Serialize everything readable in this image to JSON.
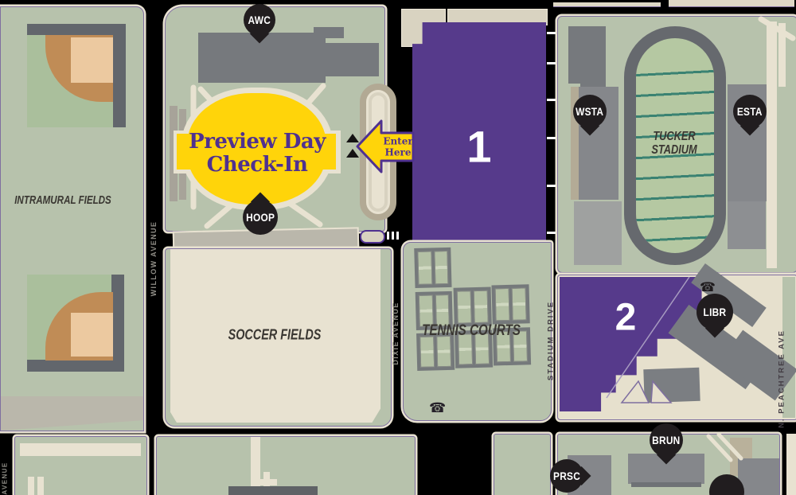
{
  "streets": {
    "willow": "WILLOW AVENUE",
    "dixie": "DIXIE AVENUE",
    "stadium_drive": "STADIUM DRIVE",
    "peachtree": "N. PEACHTREE AVE",
    "partial_bottom_left": "AVENUE"
  },
  "areas": {
    "intramural": "INTRAMURAL FIELDS",
    "soccer": "SOCCER FIELDS",
    "tennis": "TENNIS COURTS",
    "stadium_line1": "TUCKER",
    "stadium_line2": "STADIUM"
  },
  "checkin": {
    "line1": "Preview Day",
    "line2": "Check-In"
  },
  "enter_arrow": {
    "line1": "Enter",
    "line2": "Here"
  },
  "lots": {
    "lot1": "1",
    "lot2": "2"
  },
  "pins": {
    "awc": "AWC",
    "hoop": "HOOP",
    "wsta": "WSTA",
    "esta": "ESTA",
    "libr": "LIBR",
    "brun": "BRUN",
    "prsc": "PRSC"
  },
  "icons": {
    "phone": "☎"
  },
  "colors": {
    "road_black": "#000000",
    "parcel_green": "#b7c2ac",
    "walkway_cream": "#e8e2d1",
    "lot_purple": "#563a8b",
    "accent_yellow": "#ffd40a",
    "brand_purple": "#4f3190",
    "pin_black": "#211d1f",
    "building_gray": "#85878b",
    "stadium_ring_gray": "#66696e",
    "field_stripe_teal": "#3a8272",
    "infield_brown": "#c08c56",
    "infield_tan": "#ecc9a0"
  }
}
